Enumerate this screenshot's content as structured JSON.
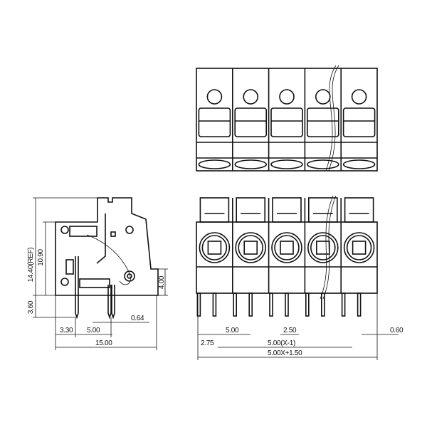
{
  "drawing": {
    "pole_count_shown": 5,
    "side_view": {
      "height_ref": "14.40(REF)",
      "body_height": "10.90",
      "pin_length": "3.60",
      "step_height": "4.00",
      "pin_width": "0.64",
      "pin_offset": "3.30",
      "pin_row_spacing": "5.00",
      "depth": "15.00"
    },
    "front_view": {
      "pitch": "5.00",
      "half_pitch": "2.50",
      "pin_width": "0.60",
      "edge_offset": "2.75",
      "pin_span": "5.00(X-1)",
      "total_length": "5.00X+1.50"
    }
  }
}
